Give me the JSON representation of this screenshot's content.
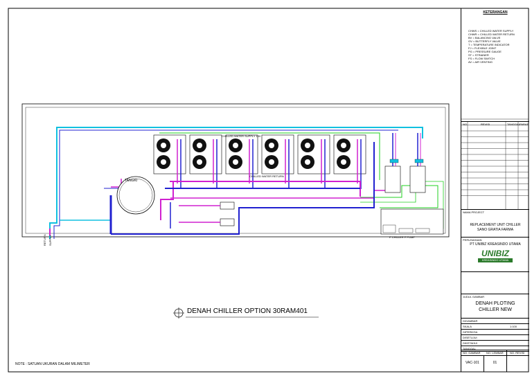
{
  "drawing": {
    "title": "DENAH CHILLER OPTION 30RAM401",
    "note": "NOTE : SATUAN UKURAN DALAM MILIMETER",
    "tank_label": "TANGKI",
    "header_label_top": "CHILLED WATER SUPPLY 100",
    "header_label_mid": "CHILLED WATER RETURN",
    "pump_panel_label": "P CHILLER  P PUMP",
    "return_label": "RETURN",
    "supply_label": "SUPPLY"
  },
  "legend": {
    "heading": "KETERANGAN",
    "items": [
      "CHWS = CHILLED WATER SUPPLY",
      "CHWR = CHILLED WATER RETURN",
      "BV = BALANCING VALVE",
      "GV = BUTTERFLY VALVE",
      "T = TEMPERATURE INDICATOR",
      "FJ = FLEXIBLE JOINT",
      "PG = PRESSURE GAUGE",
      "ST = STRAINER",
      "FS = FLOW SWITCH",
      "AV = AIR VENTING"
    ]
  },
  "revision_table": {
    "headers": [
      "NO",
      "REVISI",
      "TANGGAL",
      "PARAF"
    ]
  },
  "title_block": {
    "project_heading": "NAMA PROJECT",
    "project_line1": "REPLACEMENT UNIT CHILLER",
    "project_line2": "SANO GRATIA FARMA",
    "company_heading": "PERUSAHAAN",
    "company_name": "PT UNIBIZ KREASINDO UTAMA",
    "logo_text": "UNIBIZ",
    "logo_tagline": "KREASINDO UTAMA",
    "drawing_heading": "JUDUL GAMBAR",
    "drawing_line1": "DENAH PLOTING",
    "drawing_line2": "CHILLER NEW",
    "info_rows": [
      "DIGAMBAR",
      "SKALA",
      "DIPERIKSA",
      "DISETUJUI",
      "DIKETAHUI",
      "TANGGAL"
    ],
    "scale_value": "1:100",
    "code_headers": [
      "NO. GAMBAR",
      "NO. LEMBAR",
      "NO. REVISI"
    ],
    "drawing_no": "VAC-101",
    "sheet_no": "01"
  },
  "colors": {
    "supply_pipe": "#2020d0",
    "return_pipe": "#d020d0",
    "cyan_pipe": "#10c0e0",
    "green_pipe": "#20d020",
    "logo_green": "#2a7a2a",
    "logo_blue": "#1a237e"
  }
}
